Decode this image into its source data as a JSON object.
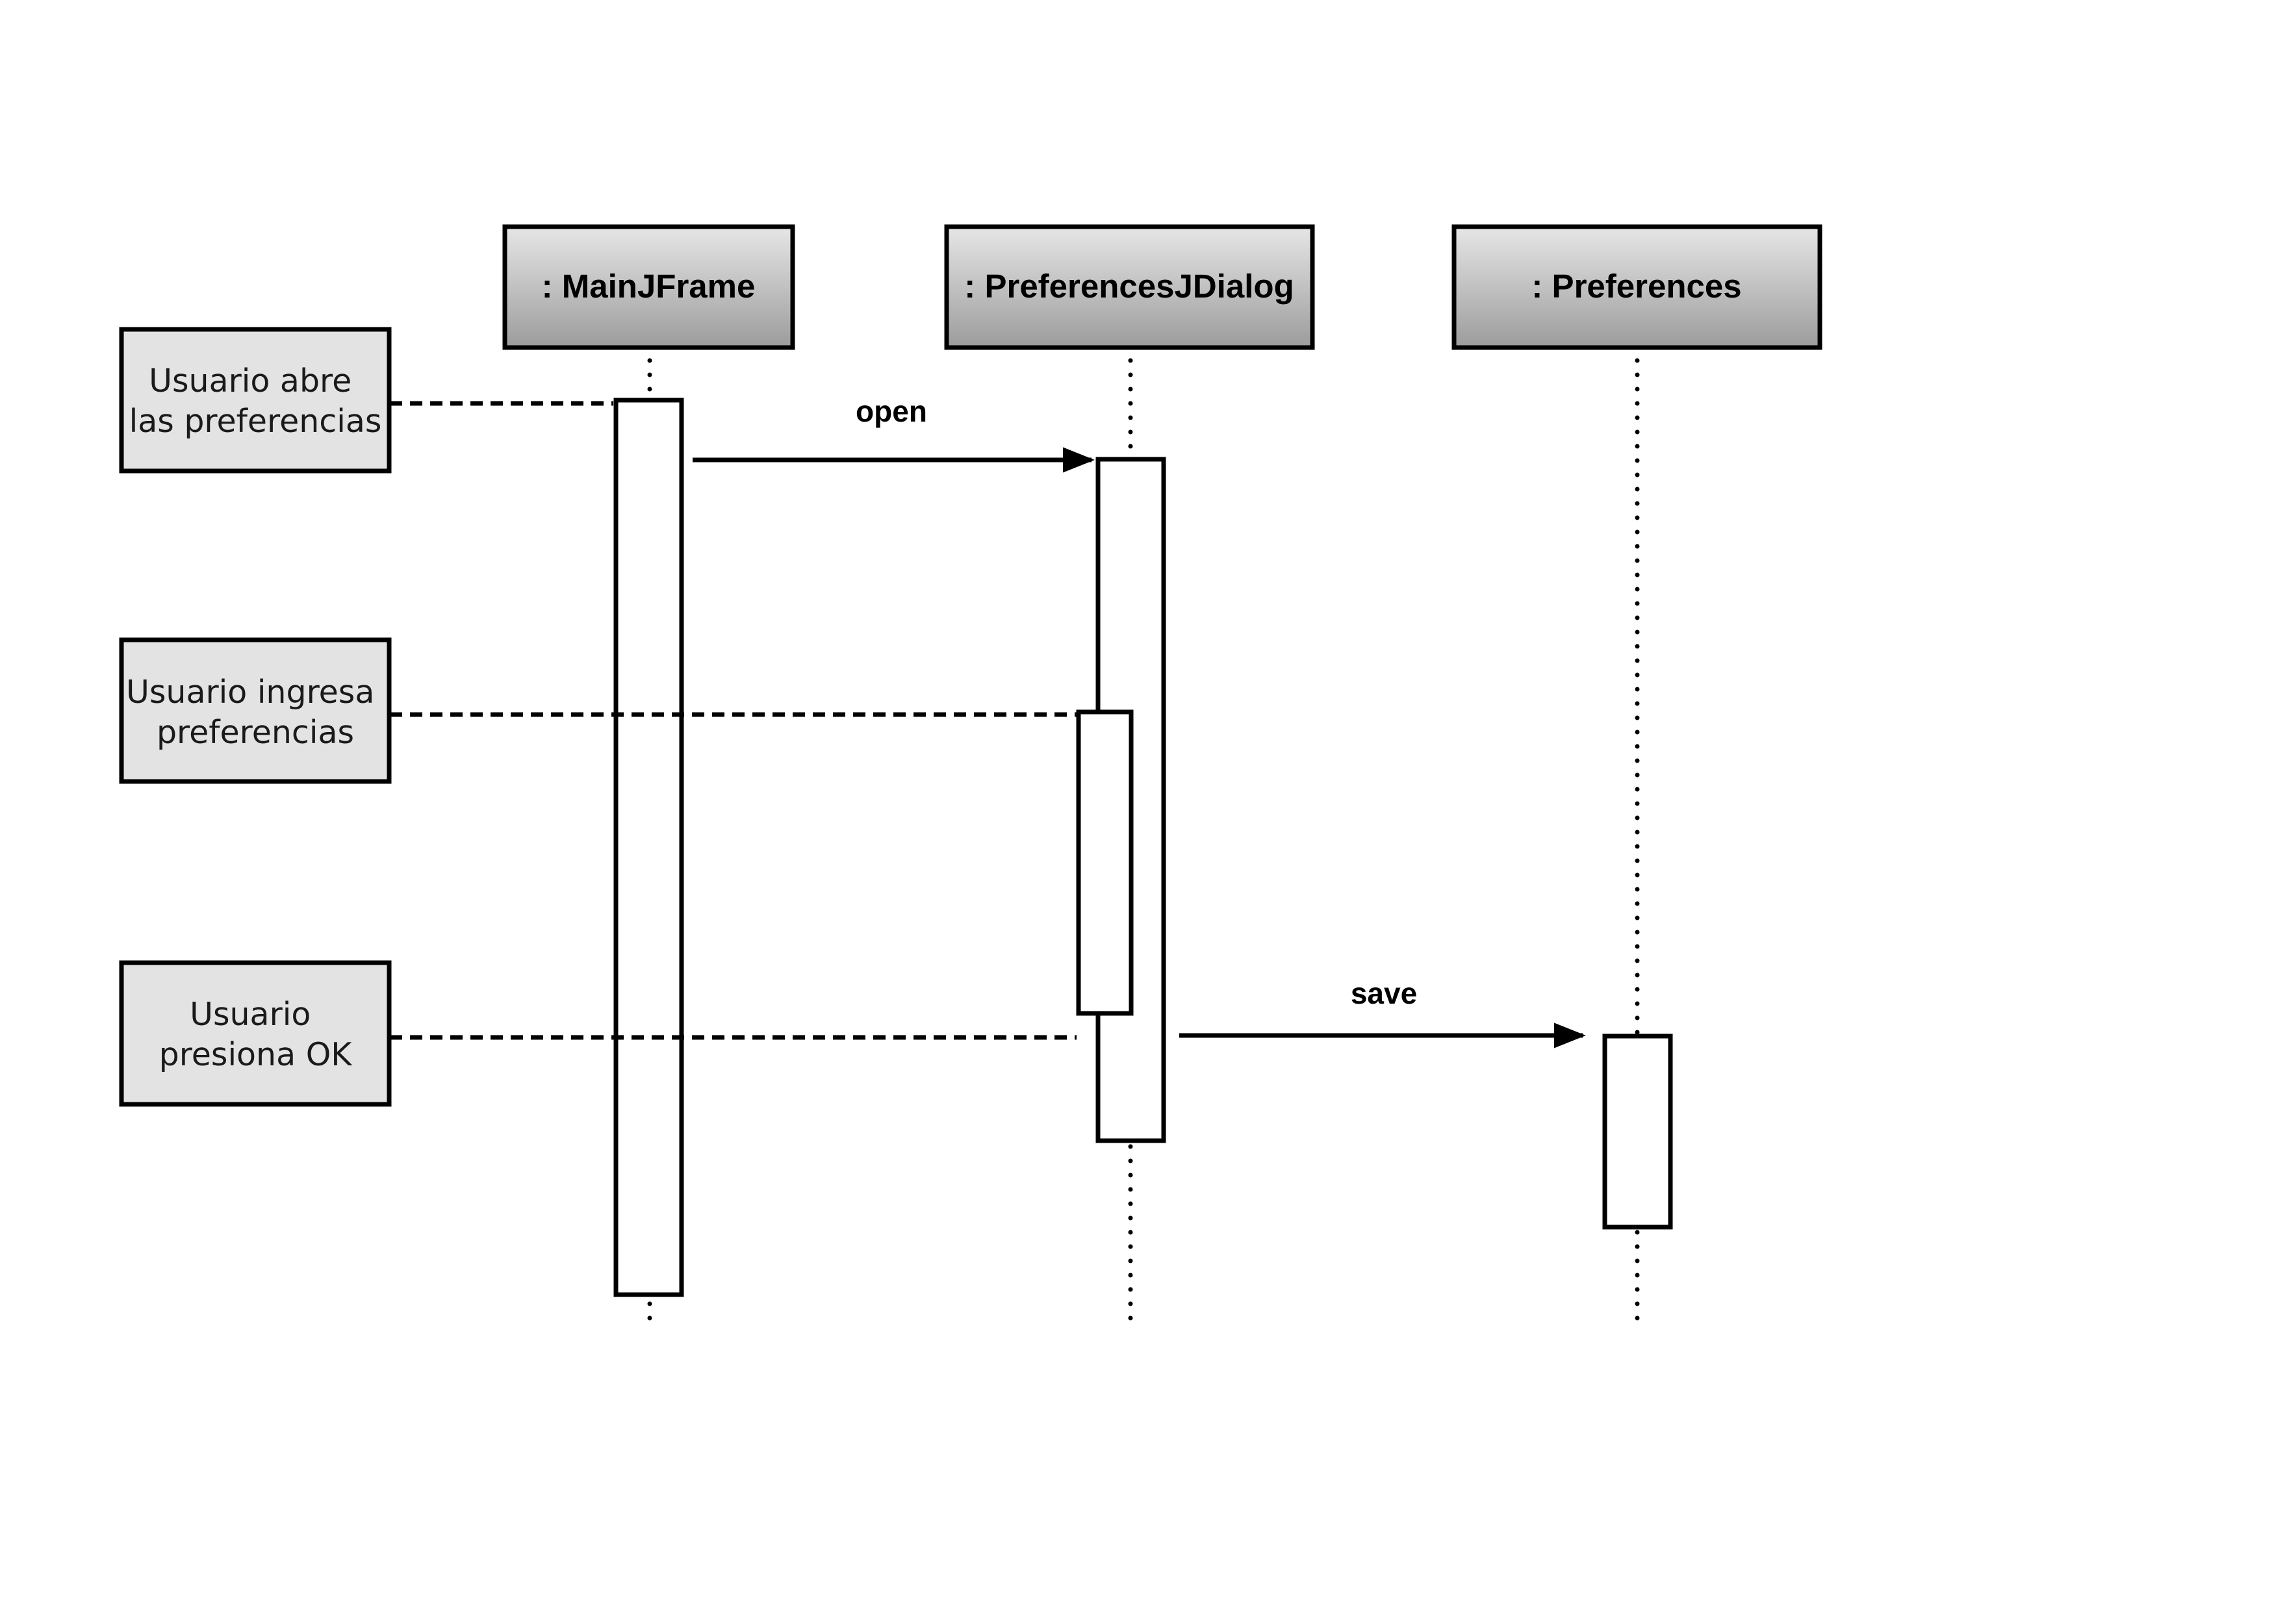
{
  "objects": [
    {
      "id": "mainjframe",
      "label": ": MainJFrame"
    },
    {
      "id": "preferencesjdialog",
      "label": ": PreferencesJDialog"
    },
    {
      "id": "preferences",
      "label": ": Preferences"
    }
  ],
  "notes": [
    {
      "id": "open",
      "lines": [
        "Usuario abre",
        "las preferencias"
      ]
    },
    {
      "id": "enter",
      "lines": [
        "Usuario ingresa",
        "preferencias"
      ]
    },
    {
      "id": "ok",
      "lines": [
        "Usuario",
        "presiona OK"
      ]
    }
  ],
  "messages": [
    {
      "id": "open",
      "label": "open",
      "from": ": MainJFrame",
      "to": ": PreferencesJDialog"
    },
    {
      "id": "save",
      "label": "save",
      "from": ": PreferencesJDialog",
      "to": ": Preferences"
    }
  ],
  "colors": {
    "header_top": "#e6e6e6",
    "header_bottom": "#9c9c9c",
    "note_fill": "#e3e3e3",
    "stroke": "#000000"
  }
}
